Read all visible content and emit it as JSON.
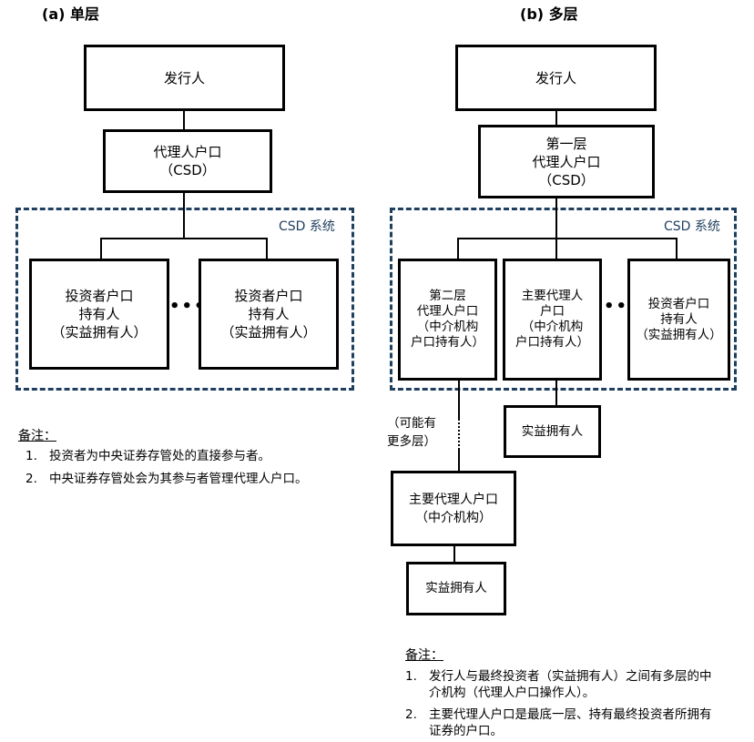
{
  "panel_a": {
    "title": "(a) 单层",
    "issuer": "发行人",
    "nominee_lines": [
      "代理人户口",
      "（CSD）"
    ],
    "csd_label": "CSD 系统",
    "investor_left_lines": [
      "投资者户口",
      "持有人",
      "（实益拥有人）"
    ],
    "investor_right_lines": [
      "投资者户口",
      "持有人",
      "（实益拥有人）"
    ],
    "notes_title": "备注：",
    "notes": [
      {
        "num": "1.",
        "text": "投资者为中央证券存管处的直接参与者。"
      },
      {
        "num": "2.",
        "text": "中央证券存管处会为其参与者管理代理人户口。"
      }
    ]
  },
  "panel_b": {
    "title": "(b) 多层",
    "issuer": "发行人",
    "tier1_lines": [
      "第一层",
      "代理人户口",
      "（CSD）"
    ],
    "csd_label": "CSD 系统",
    "tier2_lines": [
      "第二层",
      "代理人户口",
      "（中介机构",
      "户口持有人）"
    ],
    "primary_lines": [
      "主要代理人",
      "户口",
      "（中介机构",
      "户口持有人）"
    ],
    "investor_lines": [
      "投资者户口",
      "持有人",
      "（实益拥有人）"
    ],
    "bo_right": "实益拥有人",
    "more_tiers_lines": [
      "（可能有",
      "更多层）"
    ],
    "primary_bottom_lines": [
      "主要代理人户口",
      "（中介机构）"
    ],
    "bo_bottom": "实益拥有人",
    "notes_title": "备注：",
    "notes": [
      {
        "num": "1.",
        "lines": [
          "发行人与最终投资者（实益拥有人）之间有多层的中",
          "介机构（代理人户口操作人）。"
        ]
      },
      {
        "num": "2.",
        "lines": [
          "主要代理人户口是最底一层、持有最终投资者所拥有",
          "证券的户口。"
        ]
      }
    ]
  }
}
